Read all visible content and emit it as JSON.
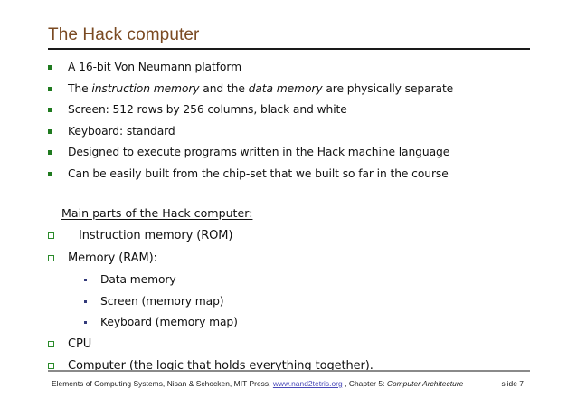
{
  "slide": {
    "title": "The Hack computer",
    "accent_color": "#7a4a22",
    "bullet_color": "#1f7a1f",
    "subbullet_color": "#333a7a"
  },
  "main_bullets": [
    {
      "text_pre": "A 16-bit Von Neumann platform",
      "italic1": "",
      "text_mid": "",
      "italic2": "",
      "text_post": ""
    },
    {
      "text_pre": "The ",
      "italic1": "instruction memory",
      "text_mid": " and the ",
      "italic2": "data memory",
      "text_post": " are physically separate"
    },
    {
      "text_pre": "Screen: 512 rows by 256 columns, black and white",
      "italic1": "",
      "text_mid": "",
      "italic2": "",
      "text_post": ""
    },
    {
      "text_pre": "Keyboard: standard",
      "italic1": "",
      "text_mid": "",
      "italic2": "",
      "text_post": ""
    },
    {
      "text_pre": "Designed to execute programs written in the Hack machine language",
      "italic1": "",
      "text_mid": "",
      "italic2": "",
      "text_post": ""
    },
    {
      "text_pre": "Can be easily built from the chip-set that we built so far in the course",
      "italic1": "",
      "text_mid": "",
      "italic2": "",
      "text_post": ""
    }
  ],
  "section": {
    "label": "Main parts of the Hack computer:",
    "items": [
      {
        "label": "Instruction memory (ROM)"
      },
      {
        "label": "Memory (RAM):"
      },
      {
        "label": "CPU"
      },
      {
        "label": "Computer (the logic that holds everything together)."
      }
    ],
    "memory_subitems": [
      {
        "label": "Data memory"
      },
      {
        "label": "Screen (memory map)"
      },
      {
        "label": "Keyboard (memory map)"
      }
    ]
  },
  "footer": {
    "text_before_link": "Elements of Computing Systems, Nisan & Schocken, MIT Press, ",
    "link_text": "www.nand2tetris.org",
    "text_after_link": " , Chapter 5: ",
    "italic_text": "Computer Architecture",
    "slide_number": "slide 7"
  }
}
